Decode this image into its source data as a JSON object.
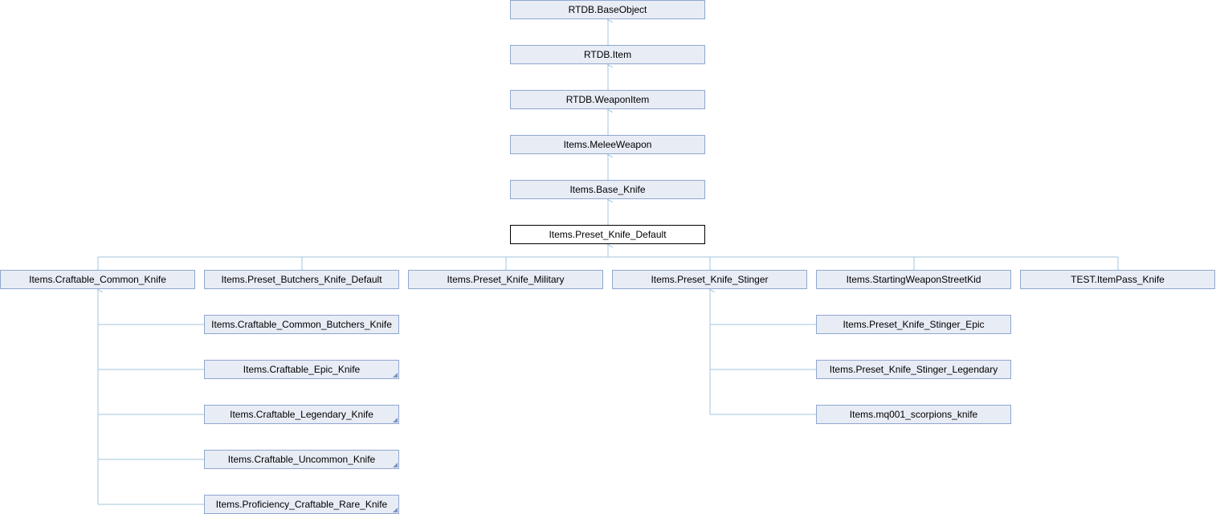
{
  "diagram": {
    "colors": {
      "edge": "#a2c4dc",
      "node_fill": "#e8ecf5",
      "node_border": "#8fa7d0",
      "current_fill": "#ffffff",
      "current_border": "#000000"
    },
    "nodes": {
      "base_object": "RTDB.BaseObject",
      "item": "RTDB.Item",
      "weapon_item": "RTDB.WeaponItem",
      "melee_weapon": "Items.MeleeWeapon",
      "base_knife": "Items.Base_Knife",
      "preset_knife_default": "Items.Preset_Knife_Default",
      "craftable_common_knife": "Items.Craftable_Common_Knife",
      "preset_butchers_knife_default": "Items.Preset_Butchers_Knife_Default",
      "preset_knife_military": "Items.Preset_Knife_Military",
      "preset_knife_stinger": "Items.Preset_Knife_Stinger",
      "starting_weapon_street_kid": "Items.StartingWeaponStreetKid",
      "test_itempass_knife": "TEST.ItemPass_Knife",
      "craftable_common_butchers_knife": "Items.Craftable_Common_Butchers_Knife",
      "craftable_epic_knife": "Items.Craftable_Epic_Knife",
      "craftable_legendary_knife": "Items.Craftable_Legendary_Knife",
      "craftable_uncommon_knife": "Items.Craftable_Uncommon_Knife",
      "proficiency_craftable_rare_knife": "Items.Proficiency_Craftable_Rare_Knife",
      "preset_knife_stinger_epic": "Items.Preset_Knife_Stinger_Epic",
      "preset_knife_stinger_legendary": "Items.Preset_Knife_Stinger_Legendary",
      "mq001_scorpions_knife": "Items.mq001_scorpions_knife"
    }
  }
}
